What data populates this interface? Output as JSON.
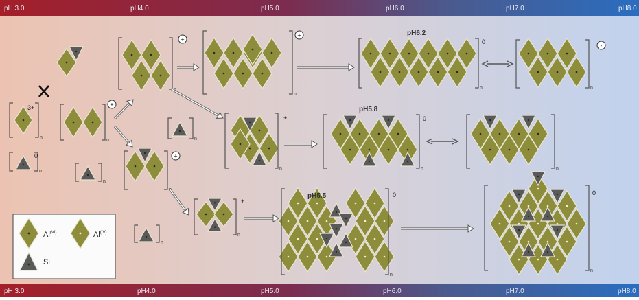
{
  "scale": {
    "top": [
      "pH 3.0",
      "pH4.0",
      "pH5.0",
      "pH6.0",
      "pH7.0",
      "pH8.0"
    ],
    "bottom": [
      "pH 3.0",
      "pH4.0",
      "pH5.0",
      "pH6.0",
      "pH7.0",
      "pH8.0"
    ],
    "colors": {
      "acid": "#a41f29",
      "neutral": "#5d4f86",
      "base": "#2a6dc0",
      "bg_left": "#ecc3b2",
      "bg_right": "#c1d2ee"
    }
  },
  "labels": {
    "ph62": "pH6.2",
    "ph58": "pH5.8",
    "ph55": "pH5.5"
  },
  "charges": {
    "plus": "+",
    "minus": "-",
    "zero": "0",
    "three_plus": "3+"
  },
  "n": "n",
  "legend": {
    "al6": "Al",
    "al6_sup": "(VI)",
    "al4": "Al",
    "al4_sup": "(IV)",
    "si": "Si"
  },
  "icons": {
    "blocked": "cross-icon",
    "reversible": "double-arrow-icon",
    "reaction": "arrow-icon"
  }
}
